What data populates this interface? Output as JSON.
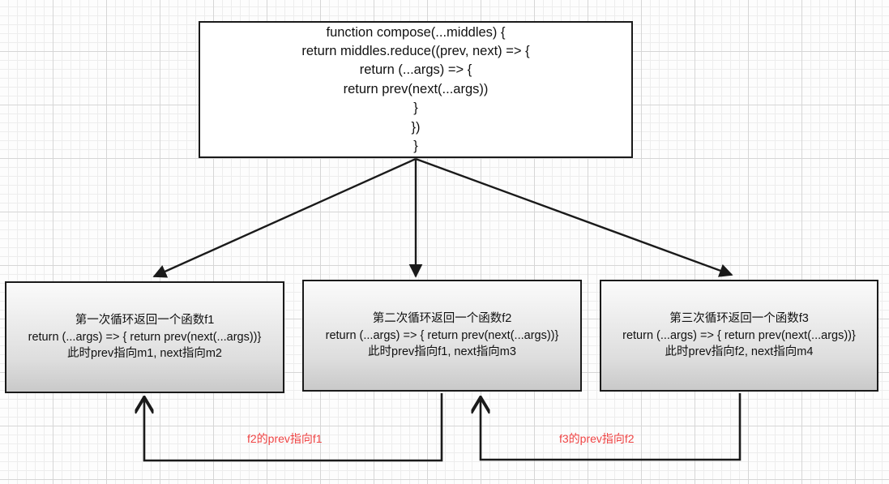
{
  "diagram": {
    "title": "compose reduce flow",
    "colors": {
      "stroke": "#1a1a1a",
      "annotation": "#ef4444",
      "node_fill_code": "#ffffff",
      "node_fill_step_top": "#fafafa",
      "node_fill_step_bottom": "#c9c9c9",
      "grid_minor": "#ededed",
      "grid_major": "#d6d6d6",
      "canvas": "#fdfdfd"
    },
    "nodes": {
      "source_code": {
        "text": "function compose(...middles) {\nreturn middles.reduce((prev, next) => {\nreturn (...args) => {\nreturn prev(next(...args))\n}\n})\n}"
      },
      "iteration_1": {
        "text": "第一次循环返回一个函数f1\nreturn (...args) => { return prev(next(...args))}\n此时prev指向m1, next指向m2"
      },
      "iteration_2": {
        "text": "第二次循环返回一个函数f2\nreturn (...args) => { return prev(next(...args))}\n此时prev指向f1, next指向m3"
      },
      "iteration_3": {
        "text": "第三次循环返回一个函数f3\nreturn (...args) => { return prev(next(...args))}\n此时prev指向f2, next指向m4"
      }
    },
    "edge_labels": {
      "f2_prev": "f2的prev指向f1",
      "f3_prev": "f3的prev指向f2"
    }
  }
}
